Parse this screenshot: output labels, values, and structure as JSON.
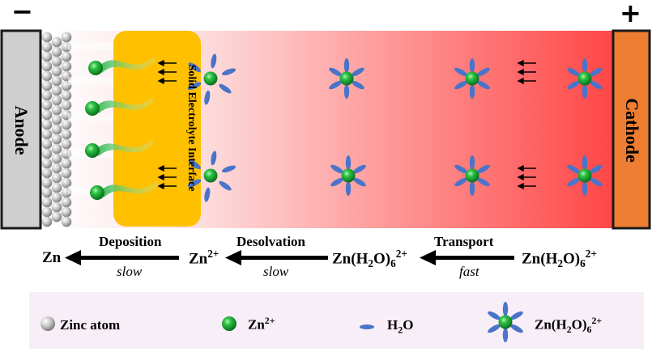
{
  "electrodes": {
    "anode_label": "Anode",
    "cathode_label": "Cathode",
    "minus_sign": "−",
    "plus_sign": "+"
  },
  "sei_label": "Solid Electrolyte Interface",
  "process": {
    "steps": [
      {
        "title": "Deposition",
        "speed": "slow"
      },
      {
        "title": "Desolvation",
        "speed": "slow"
      },
      {
        "title": "Transport",
        "speed": "fast"
      }
    ],
    "species": {
      "zn": "Zn",
      "zn_ion": "Zn",
      "zn_ion_charge": "2+",
      "hydrated_prefix": "Zn(H",
      "hydrated_sub2": "2",
      "hydrated_mid": "O)",
      "hydrated_sub6": "6",
      "hydrated_charge": "2+"
    }
  },
  "legend": {
    "zinc_atom": "Zinc atom",
    "zn_ion": "Zn",
    "zn_ion_charge": "2+",
    "water_prefix": "H",
    "water_sub": "2",
    "water_suffix": "O",
    "hydrated_prefix": "Zn(H",
    "hydrated_sub2": "2",
    "hydrated_mid": "O)",
    "hydrated_sub6": "6",
    "hydrated_charge": "2+"
  },
  "colors": {
    "anode": "#cfcfcf",
    "cathode": "#ed7d31",
    "sei": "#ffc000",
    "electrolyte_end": "#ff4b4b",
    "zn_ion": "#12a52c",
    "water": "#4472c4",
    "legend_bg": "#f7eef7"
  }
}
